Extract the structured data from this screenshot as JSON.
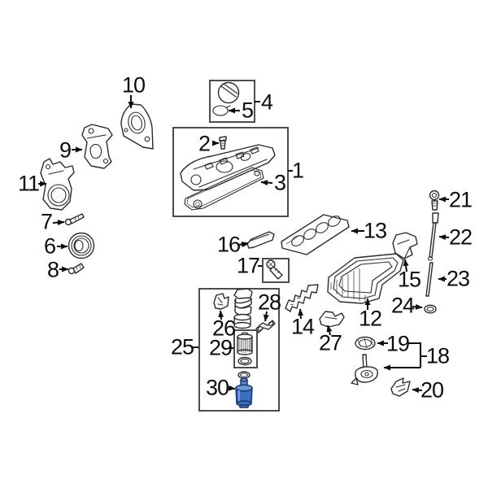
{
  "parts": {
    "p1": "1",
    "p2": "2",
    "p3": "3",
    "p4": "4",
    "p5": "5",
    "p6": "6",
    "p7": "7",
    "p8": "8",
    "p9": "9",
    "p10": "10",
    "p11": "11",
    "p12": "12",
    "p13": "13",
    "p14": "14",
    "p15": "15",
    "p16": "16",
    "p17": "17",
    "p18": "18",
    "p19": "19",
    "p20": "20",
    "p21": "21",
    "p22": "22",
    "p23": "23",
    "p24": "24",
    "p25": "25",
    "p26": "26",
    "p27": "27",
    "p28": "28",
    "p29": "29",
    "p30": "30"
  },
  "selection": {
    "selected_part": "30",
    "highlight_color": "#3c6ec0",
    "highlight_light": "#6f97d4",
    "highlight_dark": "#16386e"
  },
  "colors": {
    "background": "#ffffff",
    "line": "#2b2b2b",
    "label": "#0d0d0d",
    "box_border": "#4d4d4d"
  }
}
